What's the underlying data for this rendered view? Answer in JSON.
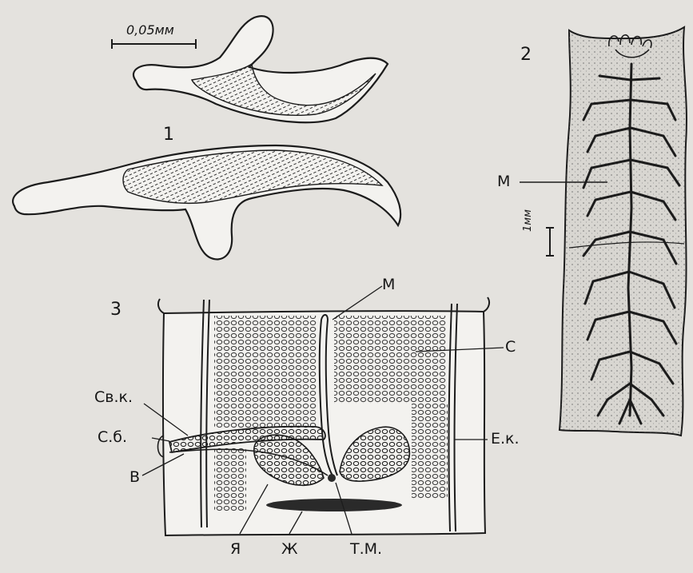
{
  "figure_numbers": {
    "fig1": "1",
    "fig2": "2",
    "fig3": "3"
  },
  "scale_bars": {
    "fig1": "0,05мм",
    "fig2": "1мм"
  },
  "fig2_labels": {
    "m": "М"
  },
  "fig3_labels": {
    "m": "М",
    "s": "С",
    "svk": "Св.к.",
    "sb": "С.б.",
    "v": "В",
    "ek": "Е.к.",
    "ya": "Я",
    "zh": "Ж",
    "tm": "Т.М."
  },
  "colors": {
    "background": "#e4e2de",
    "ink": "#1c1c1c",
    "fill": "#f2f1ee",
    "dark_organ": "#2a2a2a"
  }
}
